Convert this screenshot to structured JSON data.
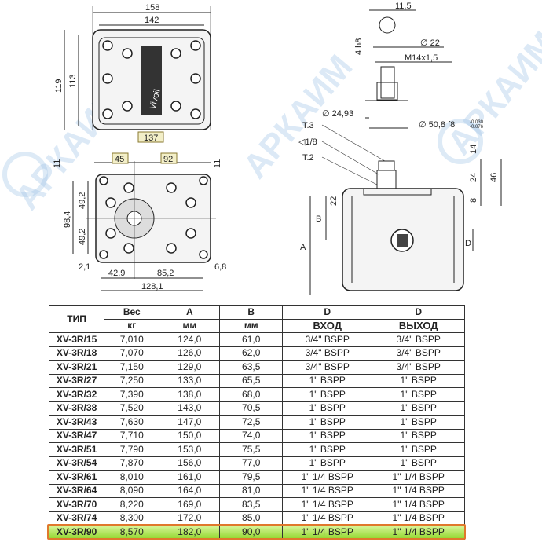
{
  "watermark": "АРКАИМ",
  "top_view": {
    "dims": {
      "w158": "158",
      "w142": "142",
      "h119": "119",
      "h113": "113",
      "w137": "137"
    },
    "logo": "Vivoil"
  },
  "front_view": {
    "dims": {
      "d45": "45",
      "d92": "92",
      "d11l": "11",
      "d11r": "11",
      "d98_4": "98,4",
      "d49_2a": "49,2",
      "d49_2b": "49,2",
      "d2_1": "2,1",
      "d42_9": "42,9",
      "d85_2": "85,2",
      "d6_8": "6,8",
      "d128_1": "128,1"
    }
  },
  "side_view": {
    "dims": {
      "d11_5": "11,5",
      "h8": "4 h8",
      "dia22": "∅ 22",
      "thread": "M14x1,5",
      "dia24": "∅ 24,93",
      "dia50": "∅ 50,8 f8",
      "tol_up": "-0.030",
      "tol_lo": "-0.076",
      "t3": "T.3",
      "port": "◁1/8",
      "t2": "T.2",
      "d14": "14",
      "d24": "24",
      "d46": "46",
      "d8": "8",
      "d22": "22",
      "B": "B",
      "A": "A",
      "D": "D"
    }
  },
  "table": {
    "headers": {
      "type": "ТИП",
      "weight": "Вес",
      "weight_unit": "кг",
      "a": "A",
      "a_unit": "мм",
      "b": "B",
      "b_unit": "мм",
      "d_in": "D",
      "d_in_sub": "ВХОД",
      "d_out": "D",
      "d_out_sub": "ВЫХОД"
    },
    "rows": [
      [
        "XV-3R/15",
        "7,010",
        "124,0",
        "61,0",
        "3/4\" BSPP",
        "3/4\" BSPP"
      ],
      [
        "XV-3R/18",
        "7,070",
        "126,0",
        "62,0",
        "3/4\" BSPP",
        "3/4\" BSPP"
      ],
      [
        "XV-3R/21",
        "7,150",
        "129,0",
        "63,5",
        "3/4\" BSPP",
        "3/4\" BSPP"
      ],
      [
        "XV-3R/27",
        "7,250",
        "133,0",
        "65,5",
        "1\" BSPP",
        "1\" BSPP"
      ],
      [
        "XV-3R/32",
        "7,390",
        "138,0",
        "68,0",
        "1\" BSPP",
        "1\" BSPP"
      ],
      [
        "XV-3R/38",
        "7,520",
        "143,0",
        "70,5",
        "1\" BSPP",
        "1\" BSPP"
      ],
      [
        "XV-3R/43",
        "7,630",
        "147,0",
        "72,5",
        "1\" BSPP",
        "1\" BSPP"
      ],
      [
        "XV-3R/47",
        "7,710",
        "150,0",
        "74,0",
        "1\" BSPP",
        "1\" BSPP"
      ],
      [
        "XV-3R/51",
        "7,790",
        "153,0",
        "75,5",
        "1\" BSPP",
        "1\" BSPP"
      ],
      [
        "XV-3R/54",
        "7,870",
        "156,0",
        "77,0",
        "1\" BSPP",
        "1\" BSPP"
      ],
      [
        "XV-3R/61",
        "8,010",
        "161,0",
        "79,5",
        "1\" 1/4 BSPP",
        "1\" 1/4 BSPP"
      ],
      [
        "XV-3R/64",
        "8,090",
        "164,0",
        "81,0",
        "1\" 1/4 BSPP",
        "1\" 1/4 BSPP"
      ],
      [
        "XV-3R/70",
        "8,220",
        "169,0",
        "83,5",
        "1\" 1/4 BSPP",
        "1\" 1/4 BSPP"
      ],
      [
        "XV-3R/74",
        "8,300",
        "172,0",
        "85,0",
        "1\" 1/4 BSPP",
        "1\" 1/4 BSPP"
      ],
      [
        "XV-3R/90",
        "8,570",
        "182,0",
        "90,0",
        "1\" 1/4 BSPP",
        "1\" 1/4 BSPP"
      ]
    ],
    "highlighted_row": 14
  }
}
